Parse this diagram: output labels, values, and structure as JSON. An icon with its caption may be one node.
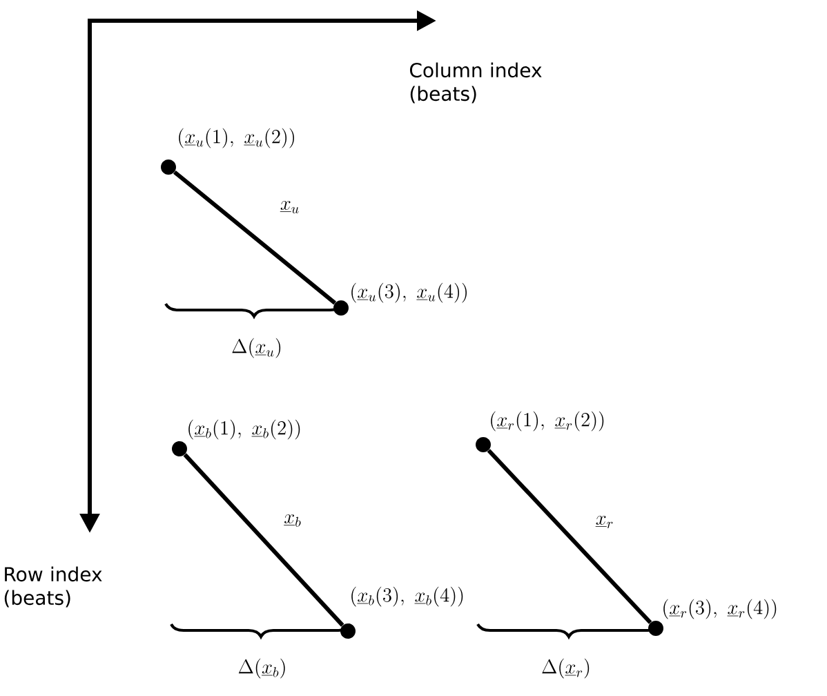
{
  "diagram": {
    "nodes": [
      {
        "text": [],
        "shape": "circle",
        "beside": [
          "(\\underline{x}_u(1),\\ \\underline{x}_u(2))"
        ]
      },
      {
        "text": [],
        "shape": "circle",
        "beside": [
          "(\\underline{x}_u(3),\\ \\underline{x}_u(4))"
        ]
      },
      {
        "text": [],
        "shape": "circle",
        "beside": [
          "(\\underline{x}_b(1),\\ \\underline{x}_b(2))"
        ]
      },
      {
        "text": [],
        "shape": "circle",
        "beside": [
          "(\\underline{x}_b(3),\\ \\underline{x}_b(4))"
        ]
      },
      {
        "text": [],
        "shape": "circle",
        "beside": [
          "(\\underline{x}_r(1),\\ \\underline{x}_r(2))"
        ]
      },
      {
        "text": [],
        "shape": "circle",
        "beside": [
          "(\\underline{x}_r(3),\\ \\underline{x}_r(4))"
        ]
      }
    ],
    "edges": [
      {
        "from": 0,
        "to": 1,
        "arrow": "none",
        "label": "\\underline{x}_u"
      },
      {
        "from": 2,
        "to": 3,
        "arrow": "none",
        "label": "\\underline{x}_b"
      },
      {
        "from": 4,
        "to": 5,
        "arrow": "none",
        "label": "\\underline{x}_r"
      }
    ],
    "labels": [
      "Column index (beats)",
      "\\Delta(\\underline{x}_u)",
      "Row index (beats)",
      "\\Delta(\\underline{x}_b)",
      "\\Delta(\\underline{x}_r)"
    ]
  }
}
